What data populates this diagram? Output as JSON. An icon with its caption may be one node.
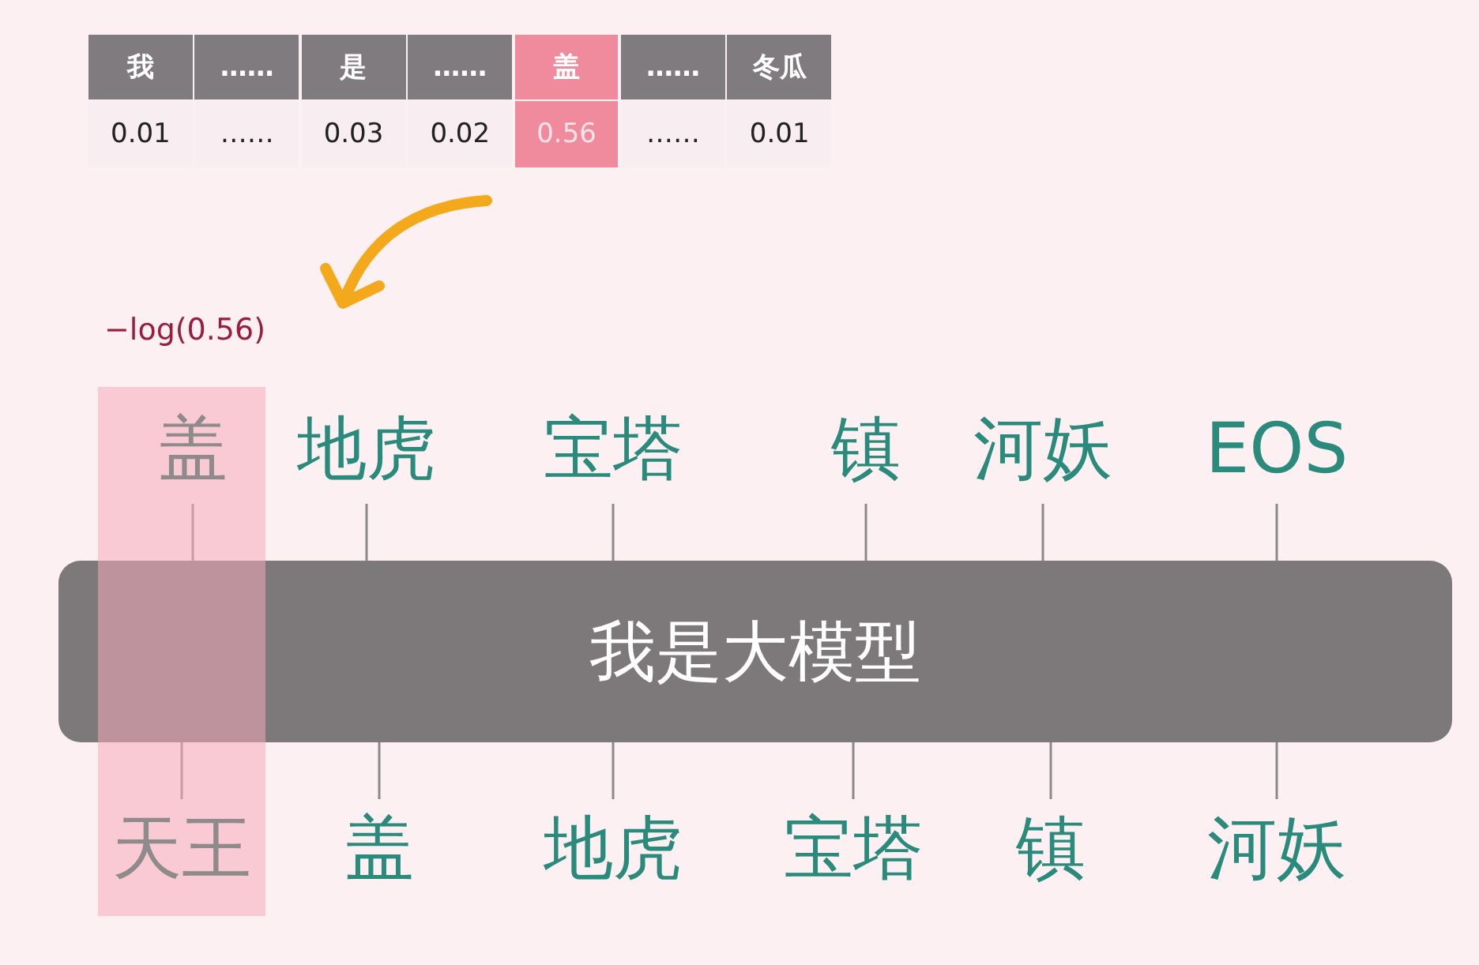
{
  "diagram": {
    "nodes": [
      {
        "text": [
          "我是大模型"
        ]
      },
      {
        "text": [
          "盖"
        ]
      },
      {
        "text": [
          "地虎"
        ]
      },
      {
        "text": [
          "宝塔"
        ]
      },
      {
        "text": [
          "镇"
        ]
      },
      {
        "text": [
          "河妖"
        ]
      },
      {
        "text": [
          "EOS"
        ]
      },
      {
        "text": [
          "天王"
        ]
      },
      {
        "text": [
          "盖"
        ]
      },
      {
        "text": [
          "地虎"
        ]
      },
      {
        "text": [
          "宝塔"
        ]
      },
      {
        "text": [
          "镇"
        ]
      },
      {
        "text": [
          "河妖"
        ]
      }
    ],
    "edges": [
      {
        "from": 7,
        "to": 0,
        "arrow": "none"
      },
      {
        "from": 8,
        "to": 0,
        "arrow": "none"
      },
      {
        "from": 9,
        "to": 0,
        "arrow": "none"
      },
      {
        "from": 10,
        "to": 0,
        "arrow": "none"
      },
      {
        "from": 11,
        "to": 0,
        "arrow": "none"
      },
      {
        "from": 12,
        "to": 0,
        "arrow": "none"
      },
      {
        "from": 0,
        "to": 1,
        "arrow": "none"
      },
      {
        "from": 0,
        "to": 2,
        "arrow": "none"
      },
      {
        "from": 0,
        "to": 3,
        "arrow": "none"
      },
      {
        "from": 0,
        "to": 4,
        "arrow": "none"
      },
      {
        "from": 0,
        "to": 5,
        "arrow": "none"
      },
      {
        "from": 0,
        "to": 6,
        "arrow": "none"
      }
    ],
    "labels": [
      "我",
      "……",
      "是",
      "……",
      "盖",
      "……",
      "冬瓜",
      "0.01",
      "……",
      "0.03",
      "0.02",
      "0.56",
      "……",
      "0.01",
      "−log(0.56)"
    ]
  }
}
